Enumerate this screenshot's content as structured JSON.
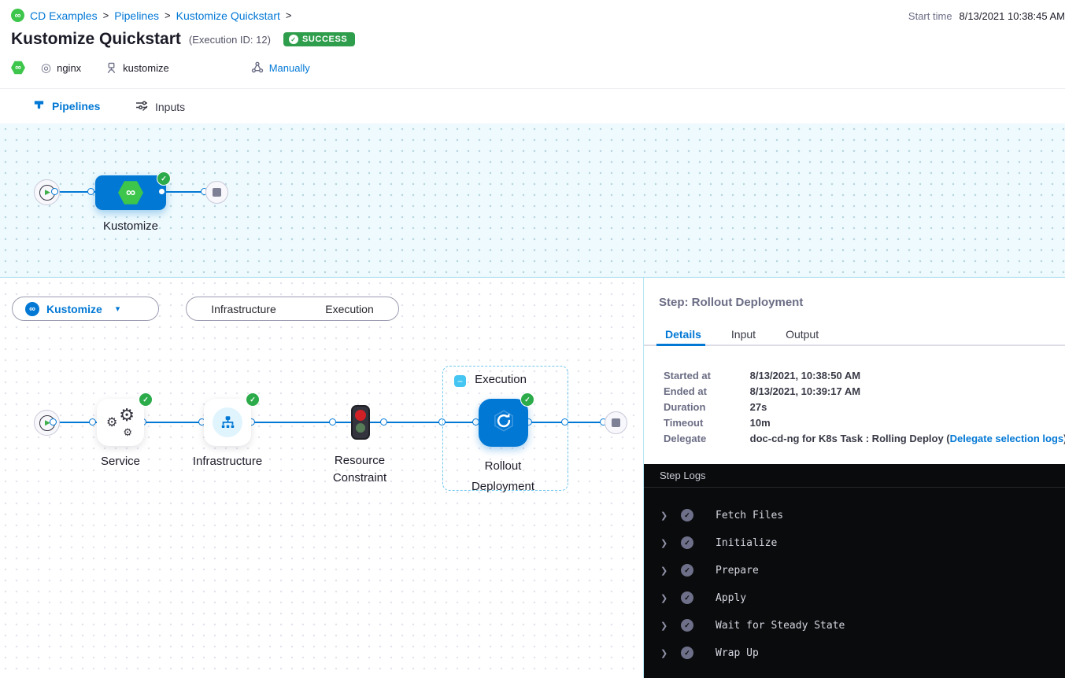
{
  "colors": {
    "accent_blue": "#0278d5",
    "success_green": "#2f9e4c",
    "harness_green": "#3dc64b",
    "log_bg": "#0a0b0d",
    "light_cyan_bg": "#eefafd"
  },
  "icons": {
    "check": "✓",
    "breadcrumb_separator": ">",
    "caret_down": "▾",
    "play": "▶",
    "minus": "−",
    "infinity": "∞",
    "gear": "⚙",
    "target": "◎",
    "chevron_right": "❯"
  },
  "header": {
    "breadcrumb": {
      "items": [
        "CD Examples",
        "Pipelines",
        "Kustomize Quickstart"
      ]
    },
    "title": "Kustomize Quickstart",
    "execution_id": "(Execution ID: 12)",
    "status": "SUCCESS",
    "tags": {
      "service": "nginx",
      "environment": "kustomize",
      "trigger": "Manually"
    },
    "start_time_label": "Start time",
    "start_time_value": "8/13/2021 10:38:45 AM"
  },
  "nav_tabs": {
    "pipelines": "Pipelines",
    "inputs": "Inputs"
  },
  "pipeline_graph": {
    "stage_label": "Kustomize"
  },
  "stage_toolbar": {
    "selected_stage": "Kustomize",
    "infrastructure": "Infrastructure",
    "execution": "Execution"
  },
  "execution_graph": {
    "service_label": "Service",
    "infrastructure_label": "Infrastructure",
    "resource_constraint_line1": "Resource",
    "resource_constraint_line2": "Constraint",
    "group_label": "Execution",
    "rollout_line1": "Rollout",
    "rollout_line2": "Deployment"
  },
  "step_panel": {
    "title": "Step: Rollout Deployment",
    "tabs": [
      "Details",
      "Input",
      "Output"
    ],
    "rows": [
      {
        "label": "Started at",
        "value": "8/13/2021, 10:38:50 AM"
      },
      {
        "label": "Ended at",
        "value": "8/13/2021, 10:39:17 AM"
      },
      {
        "label": "Duration",
        "value": "27s"
      },
      {
        "label": "Timeout",
        "value": "10m"
      },
      {
        "label": "Delegate",
        "prefix": "doc-cd-ng for K8s Task : Rolling Deploy (",
        "link": "Delegate selection logs",
        "suffix": ")"
      }
    ]
  },
  "step_logs": {
    "title": "Step Logs",
    "entries": [
      "Fetch Files",
      "Initialize",
      "Prepare",
      "Apply",
      "Wait for Steady State",
      "Wrap Up"
    ]
  }
}
